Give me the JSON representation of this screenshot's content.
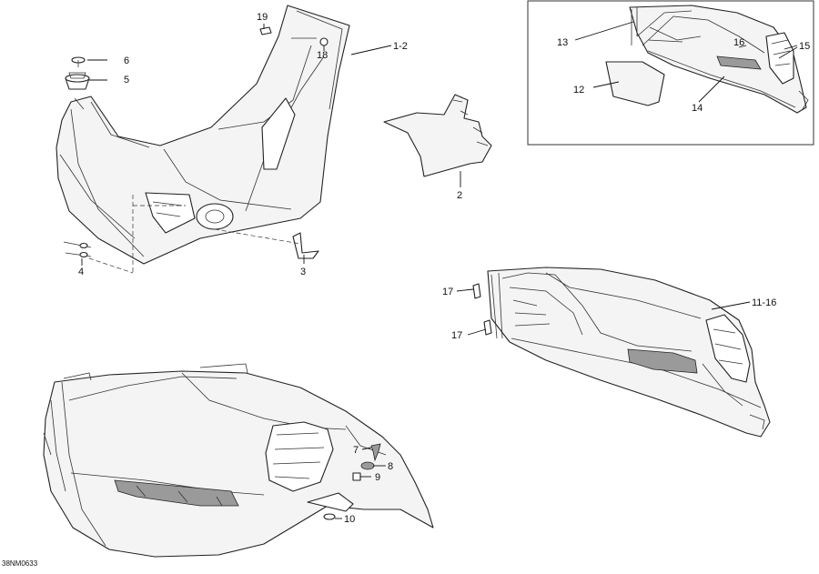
{
  "diagram": {
    "reference_code": "38NM0633",
    "callouts": {
      "c1": "1-2",
      "c2": "2",
      "c3": "3",
      "c4": "4",
      "c5": "5",
      "c6": "6",
      "c7": "7",
      "c8": "8",
      "c9": "9",
      "c10": "10",
      "c11": "11-16",
      "c12": "12",
      "c13": "13",
      "c14": "14",
      "c15": "15",
      "c16": "16",
      "c17a": "17",
      "c17b": "17",
      "c18": "18",
      "c19": "19"
    }
  }
}
